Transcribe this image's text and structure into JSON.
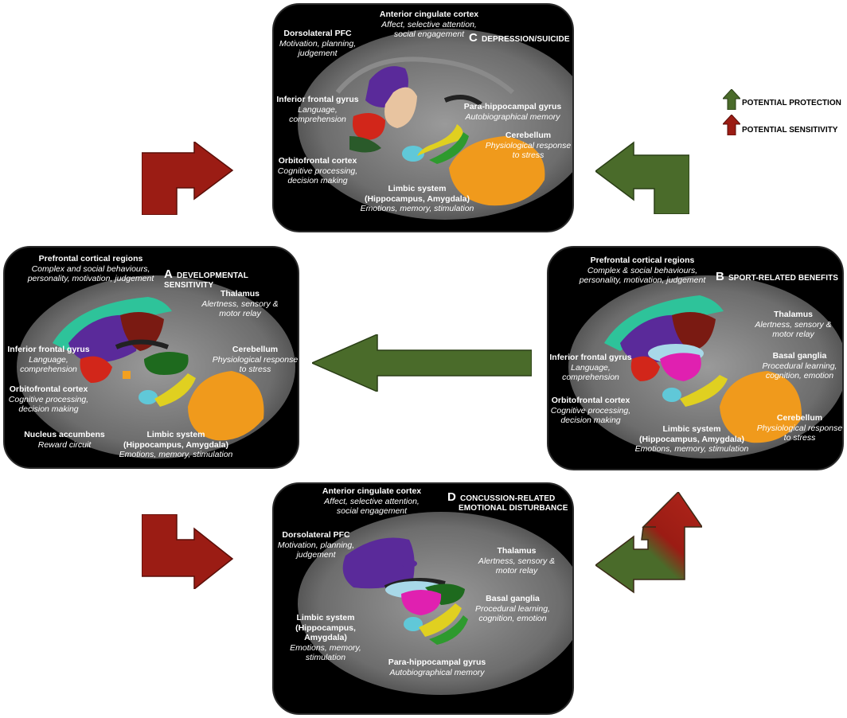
{
  "legend": {
    "protection": "POTENTIAL PROTECTION",
    "sensitivity": "POTENTIAL SENSITIVITY",
    "colors": {
      "protection": "#4a6b2a",
      "sensitivity": "#9b1c14"
    }
  },
  "panels": {
    "c": {
      "letter": "C",
      "title": "DEPRESSION/SUICIDE",
      "regions": [
        {
          "name": "Anterior cingulate cortex",
          "desc": [
            "Affect, selective attention,",
            "social engagement"
          ]
        },
        {
          "name": "Dorsolateral PFC",
          "desc": [
            "Motivation, planning,",
            "judgement"
          ]
        },
        {
          "name": "Inferior frontal gyrus",
          "desc": [
            "Language,",
            "comprehension"
          ]
        },
        {
          "name": "Para-hippocampal gyrus",
          "desc": [
            "Autobiographical memory"
          ]
        },
        {
          "name": "Cerebellum",
          "desc": [
            "Physiological response",
            "to stress"
          ]
        },
        {
          "name": "Orbitofrontal cortex",
          "desc": [
            "Cognitive processing,",
            "decision making"
          ]
        },
        {
          "name": "Limbic system",
          "name2": "(Hippocampus, Amygdala)",
          "desc": [
            "Emotions, memory, stimulation"
          ]
        }
      ]
    },
    "a": {
      "letter": "A",
      "title": "DEVELOPMENTAL SENSITIVITY",
      "regions": [
        {
          "name": "Prefrontal cortical regions",
          "desc": [
            "Complex and social behaviours,",
            "personality, motivation, judgement"
          ]
        },
        {
          "name": "Thalamus",
          "desc": [
            "Alertness, sensory &",
            "motor relay"
          ]
        },
        {
          "name": "Inferior frontal gyrus",
          "desc": [
            "Language,",
            "comprehension"
          ]
        },
        {
          "name": "Cerebellum",
          "desc": [
            "Physiological response",
            "to stress"
          ]
        },
        {
          "name": "Orbitofrontal cortex",
          "desc": [
            "Cognitive processing,",
            "decision making"
          ]
        },
        {
          "name": "Nucleus accumbens",
          "desc": [
            "Reward circuit"
          ]
        },
        {
          "name": "Limbic system",
          "name2": "(Hippocampus, Amygdala)",
          "desc": [
            "Emotions, memory, stimulation"
          ]
        }
      ]
    },
    "b": {
      "letter": "B",
      "title": "SPORT-RELATED BENEFITS",
      "regions": [
        {
          "name": "Prefrontal cortical regions",
          "desc": [
            "Complex & social behaviours,",
            "personality, motivation, judgement"
          ]
        },
        {
          "name": "Thalamus",
          "desc": [
            "Alertness, sensory &",
            "motor relay"
          ]
        },
        {
          "name": "Inferior frontal gyrus",
          "desc": [
            "Language,",
            "comprehension"
          ]
        },
        {
          "name": "Basal ganglia",
          "desc": [
            "Procedural learning,",
            "cognition, emotion"
          ]
        },
        {
          "name": "Orbitofrontal cortex",
          "desc": [
            "Cognitive processing,",
            "decision making"
          ]
        },
        {
          "name": "Cerebellum",
          "desc": [
            "Physiological response",
            "to stress"
          ]
        },
        {
          "name": "Limbic system",
          "name2": "(Hippocampus, Amygdala)",
          "desc": [
            "Emotions, memory, stimulation"
          ]
        }
      ]
    },
    "d": {
      "letter": "D",
      "title": "CONCUSSION-RELATED",
      "title2": "EMOTIONAL DISTURBANCE",
      "regions": [
        {
          "name": "Anterior cingulate cortex",
          "desc": [
            "Affect, selective attention,",
            "social engagement"
          ]
        },
        {
          "name": "Dorsolateral PFC",
          "desc": [
            "Motivation, planning,",
            "judgement"
          ]
        },
        {
          "name": "Thalamus",
          "desc": [
            "Alertness, sensory &",
            "motor relay"
          ]
        },
        {
          "name": "Basal ganglia",
          "desc": [
            "Procedural learning,",
            "cognition, emotion"
          ]
        },
        {
          "name": "Limbic system",
          "name2": "(Hippocampus, Amygdala)",
          "desc": [
            "Emotions, memory,",
            "stimulation"
          ]
        },
        {
          "name": "Para-hippocampal gyrus",
          "desc": [
            "Autobiographical memory"
          ]
        }
      ]
    }
  }
}
